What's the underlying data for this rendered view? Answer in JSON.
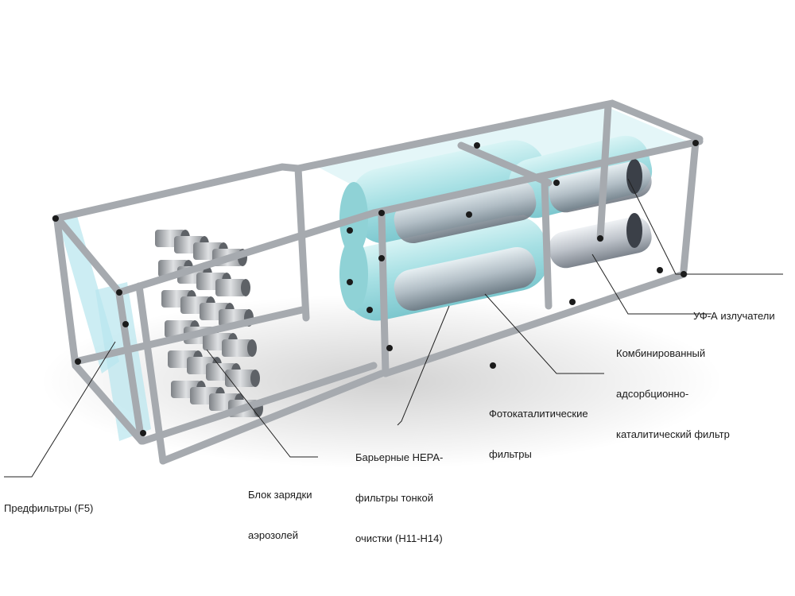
{
  "callouts": {
    "uv_emitters": {
      "lines": [
        "УФ-А излучатели"
      ]
    },
    "combined_filter": {
      "lines": [
        "Комбинированный",
        "адсорбционно-",
        "каталитический фильтр"
      ]
    },
    "photocatalytic": {
      "lines": [
        "Фотокаталитические",
        "фильтры"
      ]
    },
    "hepa": {
      "lines": [
        "Барьерные HEPA-",
        "фильтры тонкой",
        "очистки (H11-H14)"
      ]
    },
    "aerosol_charging": {
      "lines": [
        "Блок зарядки",
        "аэрозолей"
      ]
    },
    "prefilters": {
      "lines": [
        "Предфильтры (F5)"
      ]
    }
  },
  "colors": {
    "frame": "#c9ccd0",
    "frame_dark": "#9ea3a8",
    "glass": "#bfe9f0",
    "cylinder": "#a8e3e6",
    "steel": "#b9bcc0",
    "bolt": "#1b1b1b"
  }
}
